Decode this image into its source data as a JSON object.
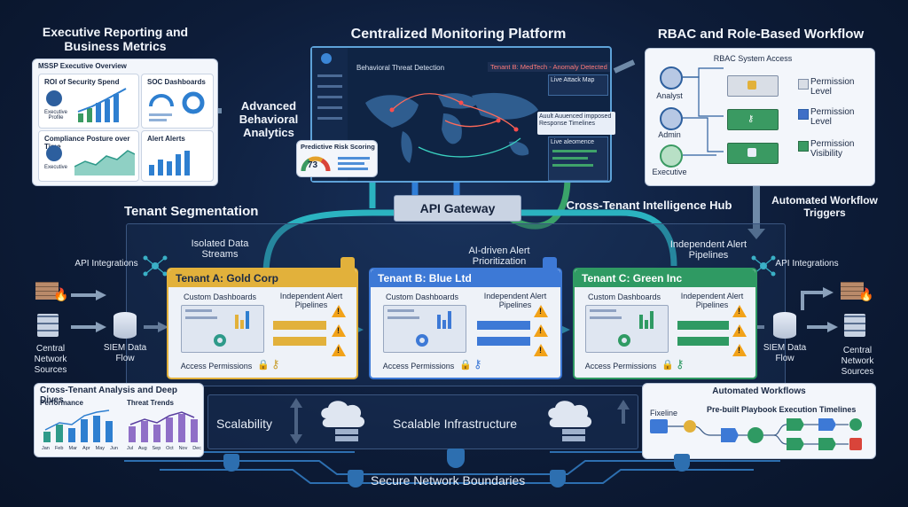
{
  "titles": {
    "exec": "Executive Reporting and Business Metrics",
    "platform": "Centralized Monitoring Platform",
    "rbac": "RBAC and Role-Based Workflow",
    "analytics": "Advanced Behavioral Analytics",
    "tenant_seg": "Tenant Segmentation",
    "cross_hub": "Cross-Tenant Intelligence Hub",
    "auto_trig": "Automated Workflow Triggers"
  },
  "exec_panel": {
    "header": "MSSP Executive Overview",
    "cards": [
      {
        "title": "ROI of Security Spend",
        "person": "Executive Profile"
      },
      {
        "title": "SOC Dashboards"
      },
      {
        "title": "Compliance Posture over Time",
        "person": "Executive"
      },
      {
        "title": "Alert Alerts"
      }
    ]
  },
  "monitor": {
    "left_title": "Behavioral Threat Detection",
    "tenant_tag": "Tenant B: MedTech - Anomaly Detected",
    "live_map": "Live Attack Map",
    "audit": "Auult Auuenced impposed Response Timelines",
    "live_aware": "Live aleomence"
  },
  "risk": {
    "title": "Predictive Risk Scoring",
    "value": "73"
  },
  "rbac": {
    "center": "RBAC System Access",
    "roles": [
      "Analyst",
      "Admin",
      "Executive"
    ],
    "legend": [
      "Permission Level",
      "Permission Level",
      "Permission Visibility"
    ],
    "colors": [
      "#d9dee6",
      "#3f6fc7",
      "#3a9a62"
    ]
  },
  "gateway": "API Gateway",
  "flow_labels": {
    "isolated": "Isolated Data Streams",
    "ai": "AI-driven Alert Prioritization",
    "independent_top": "Independent Alert Pipelines",
    "api_left": "API Integrations",
    "api_right": "API Integrations",
    "central_left": "Central Network Sources",
    "central_right": "Central Network Sources",
    "siem_left": "SIEM Data Flow",
    "siem_right": "SIEM Data Flow"
  },
  "tenants": [
    {
      "name": "Tenant A: Gold Corp",
      "color": "#e2b13b",
      "dash": "Custom Dashboards",
      "pipe": "Independent Alert Pipelines",
      "access": "Access Permissions"
    },
    {
      "name": "Tenant B: Blue Ltd",
      "color": "#3d79d6",
      "dash": "Custom Dashboards",
      "pipe": "Independent Alert Pipelines",
      "access": "Access Permissions"
    },
    {
      "name": "Tenant C: Green Inc",
      "color": "#2f9a63",
      "dash": "Custom Dashboards",
      "pipe": "Independent Alert Pipelines",
      "access": "Access Permissions"
    }
  ],
  "cross_tenant": {
    "title": "Cross-Tenant Analysis and Deep Dives",
    "perf": "Performance",
    "trends": "Threat Trends",
    "perf_x": [
      "Jan",
      "Feb",
      "Mar",
      "Apr",
      "May",
      "Jun"
    ],
    "trend_x": [
      "Jul",
      "Aug",
      "Sep",
      "Oct",
      "Nov",
      "Dec"
    ]
  },
  "scale": {
    "scalability": "Scalability",
    "infra": "Scalable Infrastructure",
    "secure": "Secure Network Boundaries"
  },
  "automated": {
    "title": "Automated Workflows",
    "sub": "Pre-built Playbook Execution Timelines",
    "fixeline": "Fixeline"
  }
}
